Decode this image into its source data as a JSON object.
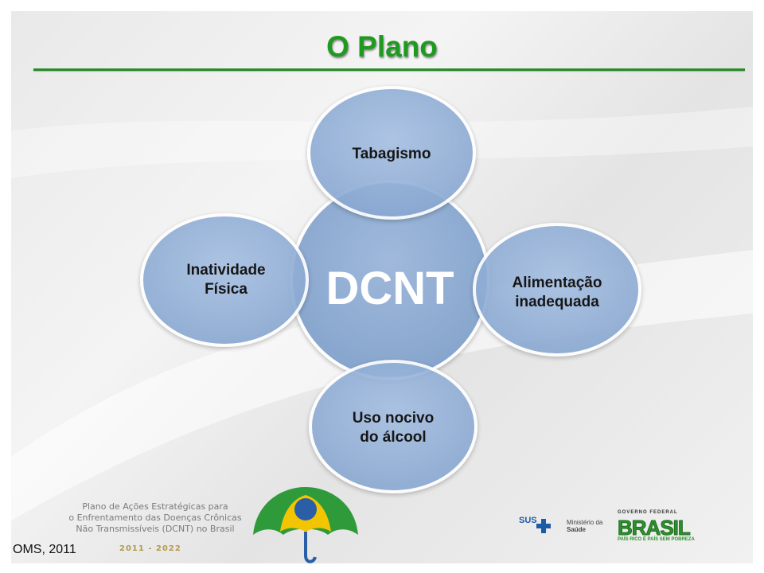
{
  "slide": {
    "title": "O Plano",
    "citation": "OMS, 2011"
  },
  "diagram": {
    "center": "DCNT",
    "nodes": [
      {
        "id": "tabagismo",
        "lines": [
          "Tabagismo"
        ]
      },
      {
        "id": "alimentacao",
        "lines": [
          "Alimentação",
          "inadequada"
        ]
      },
      {
        "id": "alcool",
        "lines": [
          "Uso nocivo",
          "do álcool"
        ]
      },
      {
        "id": "inatividade",
        "lines": [
          "Inatividade",
          "Física"
        ]
      }
    ],
    "colors": {
      "center_fill": "#8aa8d0",
      "node_fill": "#95b3da",
      "stroke": "#ffffff"
    }
  },
  "footer": {
    "plan_line1": "Plano de Ações Estratégicas para",
    "plan_line2": "o Enfrentamento das Doenças Crônicas",
    "plan_line3": "Não Transmissíveis (DCNT) no Brasil",
    "plan_years": "2011 - 2022",
    "sus_label": "SUS",
    "ministry_line1": "Ministério da",
    "ministry_line2": "Saúde",
    "gov_label": "GOVERNO FEDERAL",
    "brasil_label": "BRASIL",
    "brasil_slogan": "PAÍS RICO É PAÍS SEM POBREZA"
  }
}
